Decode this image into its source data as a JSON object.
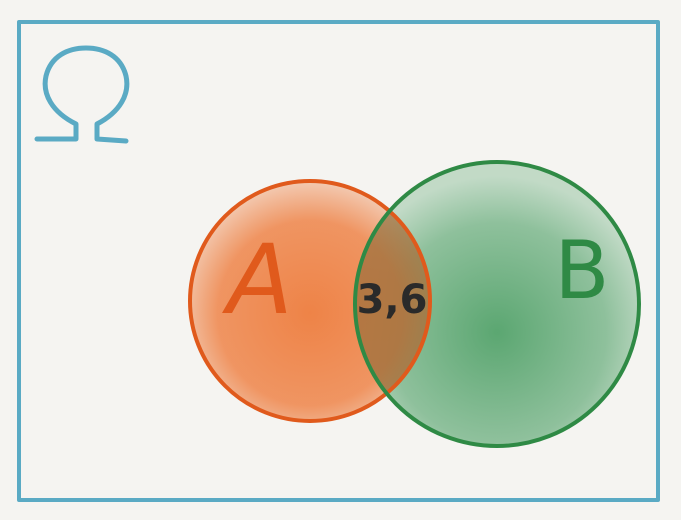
{
  "diagram": {
    "universe_label": "Ω",
    "set_a": {
      "label": "A"
    },
    "set_b": {
      "label": "B"
    },
    "intersection": {
      "label": "3,6"
    }
  },
  "colors": {
    "background": "#f5f4f1",
    "universe_border": "#5aaac4",
    "set_a_fill": "#ee7d3e",
    "set_a_stroke": "#e05a1c",
    "set_b_fill": "#4a9e63",
    "set_b_stroke": "#2f8a45",
    "intersection_fill": "#8b6a3a",
    "label_dark": "#2a2a2a"
  }
}
